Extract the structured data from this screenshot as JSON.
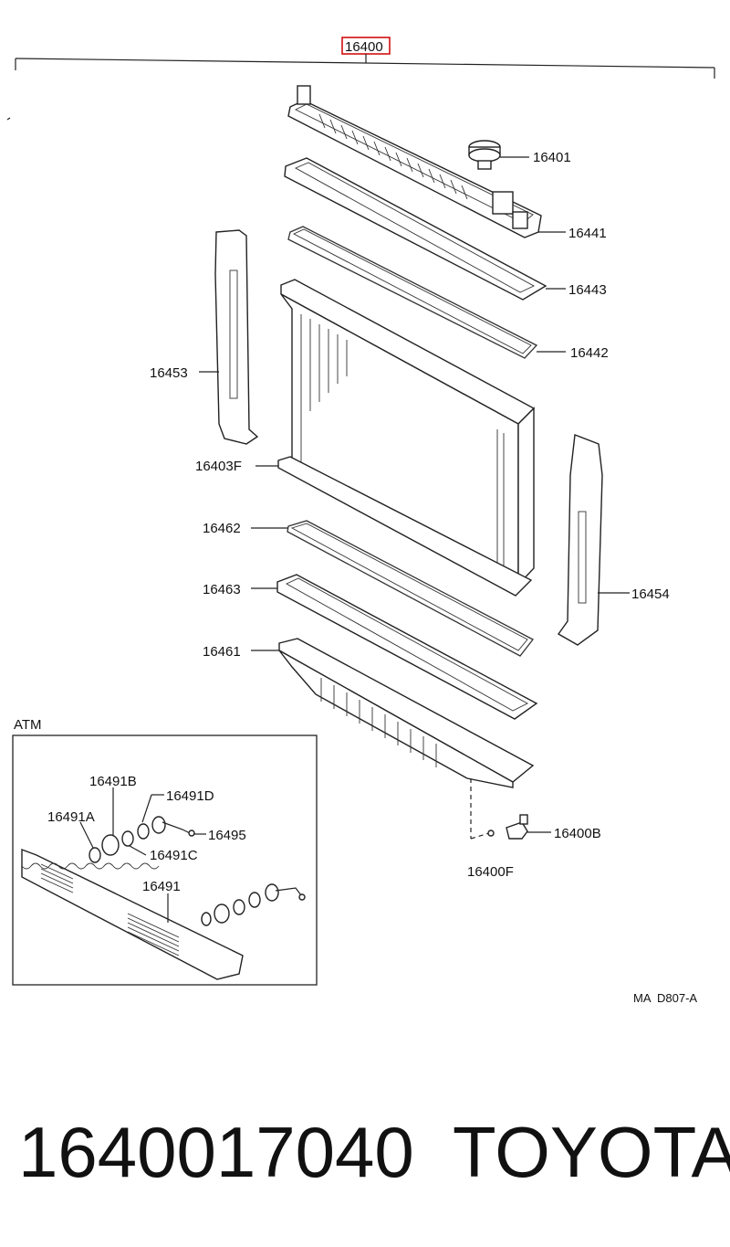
{
  "diagram": {
    "assembly_label": "16400",
    "labels": {
      "p16401": "16401",
      "p16441": "16441",
      "p16443": "16443",
      "p16442": "16442",
      "p16453": "16453",
      "p16403F": "16403F",
      "p16462": "16462",
      "p16463": "16463",
      "p16454": "16454",
      "p16461": "16461",
      "p16400B": "16400B",
      "p16400F": "16400F"
    },
    "atm": {
      "title": "ATM",
      "labels": {
        "p16491B": "16491B",
        "p16491D": "16491D",
        "p16491A": "16491A",
        "p16495": "16495",
        "p16491C": "16491C",
        "p16491": "16491"
      }
    },
    "code": "MA  D807-A"
  },
  "footer": {
    "part_number": "1640017040",
    "brand": "TOYOTA"
  },
  "colors": {
    "line": "#222222",
    "highlight_box": "#d01010"
  }
}
